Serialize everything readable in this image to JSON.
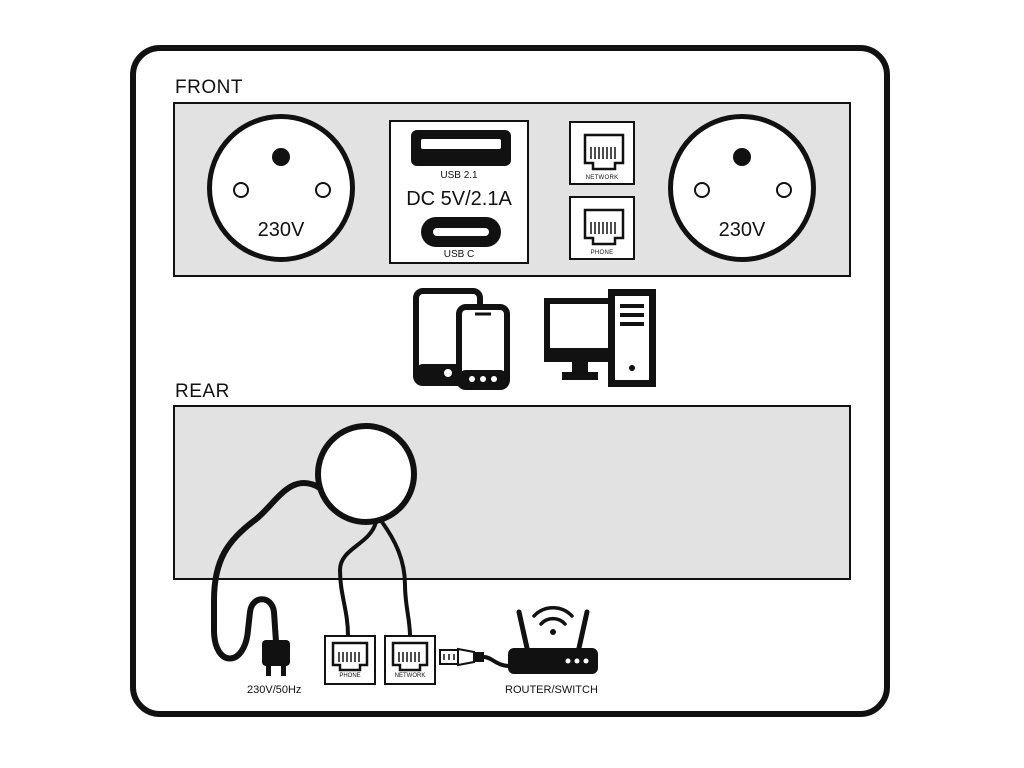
{
  "sections": {
    "front": "FRONT",
    "rear": "REAR"
  },
  "front": {
    "socket_left_voltage": "230V",
    "socket_right_voltage": "230V",
    "usb_a_label": "USB 2.1",
    "dc_label": "DC 5V/2.1A",
    "usb_c_label": "USB C",
    "network_label": "NETWORK",
    "phone_label": "PHONE"
  },
  "rear": {
    "plug_label": "230V/50Hz",
    "phone_jack_label": "PHONE",
    "network_jack_label": "NETWORK",
    "router_label": "ROUTER/SWITCH"
  },
  "icons": [
    "tablet-icon",
    "smartphone-icon",
    "desktop-computer-icon",
    "power-plug-icon",
    "rj45-connector-icon",
    "router-icon",
    "wifi-icon"
  ],
  "colors": {
    "outline": "#111111",
    "panel": "#e2e2e2",
    "background": "#ffffff"
  }
}
